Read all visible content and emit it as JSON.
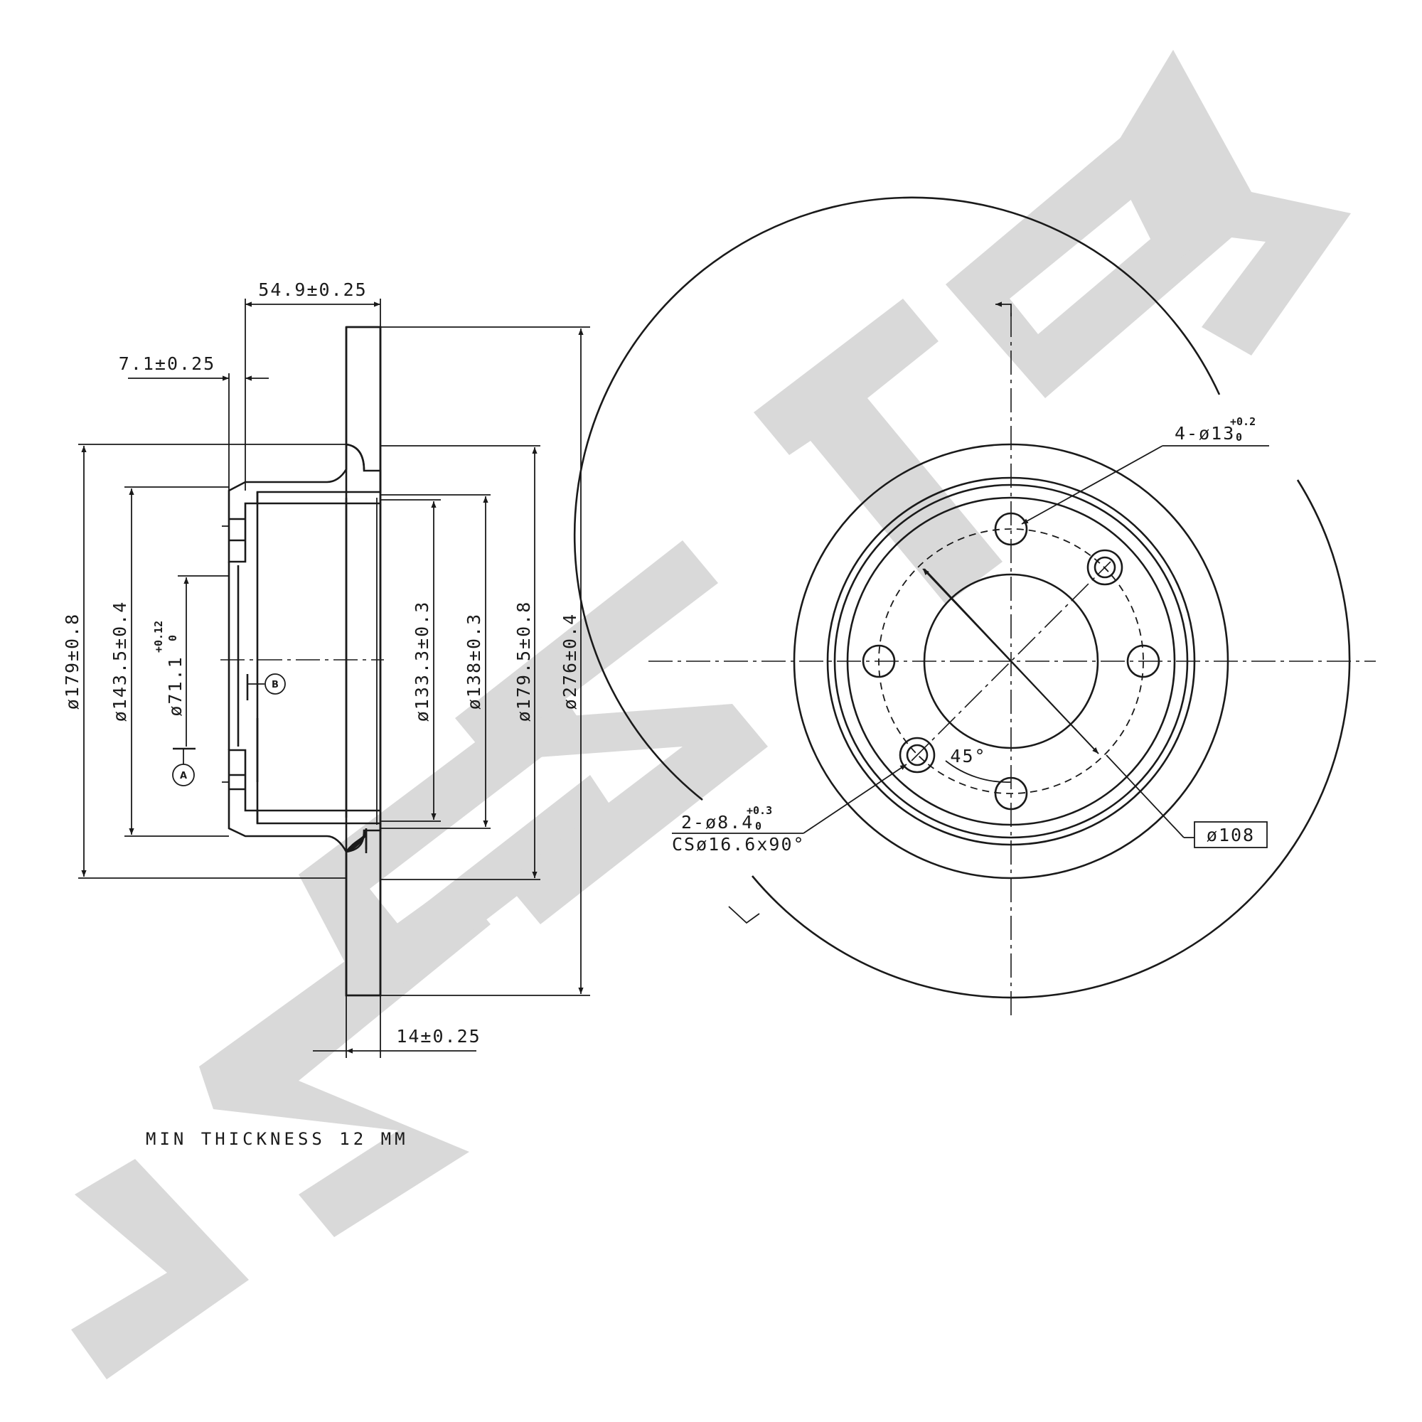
{
  "watermark": {
    "text": "ZENTEK",
    "color": "#d9d9d9"
  },
  "side_view": {
    "dims": {
      "hat_height": "54.9±0.25",
      "flange_thickness": "7.1±0.25",
      "outer_diameter": "ø276±0.4",
      "friction_inner": "ø179±0.8",
      "friction_inner_right": "ø179.5±0.8",
      "hat_outer": "ø143.5±0.4",
      "bore_diameter": "ø71.1",
      "bore_tol_upper": "+0.12",
      "bore_tol_lower": "0",
      "hat_inner": "ø133.3±0.3",
      "hat_inner_2": "ø138±0.3",
      "disc_thickness": "14±0.25"
    },
    "datum_a": "A",
    "datum_b": "B"
  },
  "front_view": {
    "bolt_holes": "4-ø13",
    "bolt_tol_upper": "+0.2",
    "bolt_tol_lower": "0",
    "screw_holes": "2-ø8.4",
    "screw_tol_upper": "+0.3",
    "screw_tol_lower": "0",
    "countersink": "CSø16.6x90°",
    "angle": "45°",
    "pcd": "ø108"
  },
  "note": "MIN THICKNESS 12 MM"
}
